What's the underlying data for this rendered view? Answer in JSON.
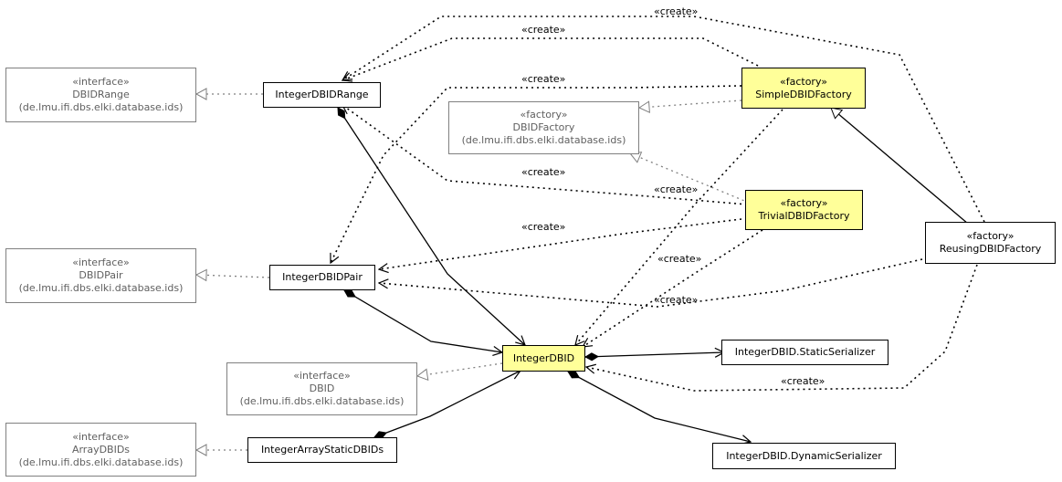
{
  "classes": {
    "dbidrange_iface": {
      "stereotype": "«interface»",
      "name": "DBIDRange",
      "package": "(de.lmu.ifi.dbs.elki.database.ids)"
    },
    "dbidpair_iface": {
      "stereotype": "«interface»",
      "name": "DBIDPair",
      "package": "(de.lmu.ifi.dbs.elki.database.ids)"
    },
    "arraydbids_iface": {
      "stereotype": "«interface»",
      "name": "ArrayDBIDs",
      "package": "(de.lmu.ifi.dbs.elki.database.ids)"
    },
    "dbid_iface": {
      "stereotype": "«interface»",
      "name": "DBID",
      "package": "(de.lmu.ifi.dbs.elki.database.ids)"
    },
    "dbidfactory": {
      "stereotype": "«factory»",
      "name": "DBIDFactory",
      "package": "(de.lmu.ifi.dbs.elki.database.ids)"
    },
    "integer_dbid_range": {
      "name": "IntegerDBIDRange"
    },
    "integer_dbid_pair": {
      "name": "IntegerDBIDPair"
    },
    "integer_array_static": {
      "name": "IntegerArrayStaticDBIDs"
    },
    "integer_dbid": {
      "name": "IntegerDBID"
    },
    "static_serializer": {
      "name": "IntegerDBID.StaticSerializer"
    },
    "dynamic_serializer": {
      "name": "IntegerDBID.DynamicSerializer"
    },
    "simple_factory": {
      "stereotype": "«factory»",
      "name": "SimpleDBIDFactory"
    },
    "trivial_factory": {
      "stereotype": "«factory»",
      "name": "TrivialDBIDFactory"
    },
    "reusing_factory": {
      "stereotype": "«factory»",
      "name": "ReusingDBIDFactory"
    }
  },
  "labels": {
    "create": "«create»"
  },
  "colors": {
    "highlight": "#ffff99",
    "external_border": "#808080",
    "line": "#000000"
  }
}
